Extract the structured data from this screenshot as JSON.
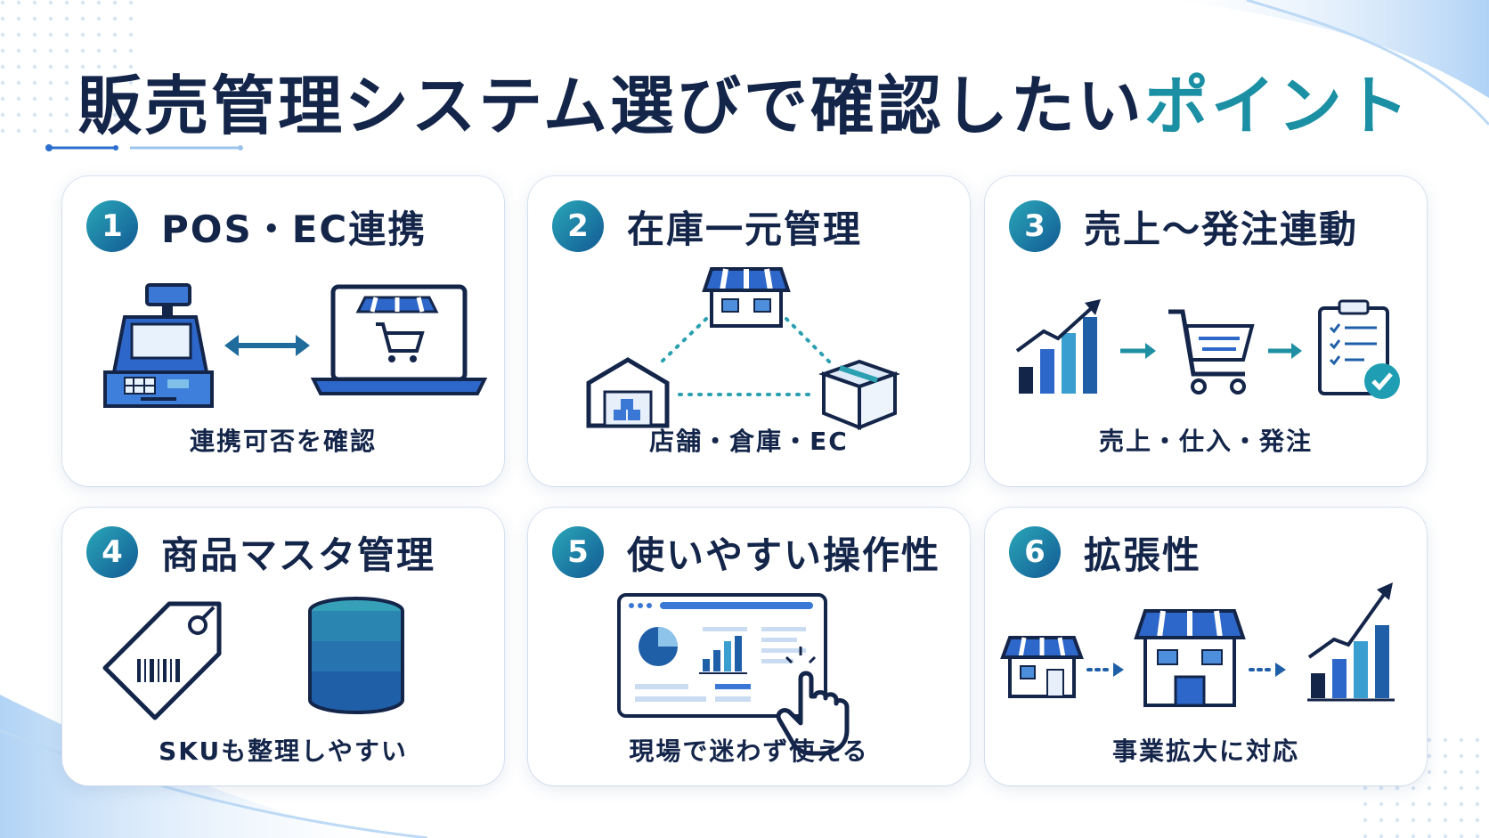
{
  "title": {
    "main": "販売管理システム選びで確認したい",
    "accent": "ポイント"
  },
  "colors": {
    "navy": "#14254a",
    "teal": "#1b8fa3",
    "blue": "#1f5fa8",
    "light_blue": "#3d8ee0"
  },
  "cards": [
    {
      "number": "1",
      "title": "POS・EC連携",
      "subtitle": "連携可否を確認",
      "icons": [
        "pos-register-icon",
        "double-arrow-icon",
        "laptop-shop-icon"
      ]
    },
    {
      "number": "2",
      "title": "在庫一元管理",
      "subtitle": "店舗・倉庫・EC",
      "icons": [
        "store-icon",
        "warehouse-icon",
        "package-box-icon"
      ]
    },
    {
      "number": "3",
      "title": "売上〜発注連動",
      "subtitle": "売上・仕入・発注",
      "icons": [
        "growth-chart-icon",
        "shopping-cart-icon",
        "checklist-clipboard-icon"
      ]
    },
    {
      "number": "4",
      "title": "商品マスタ管理",
      "subtitle": "SKUも整理しやすい",
      "icons": [
        "barcode-tag-icon",
        "database-icon"
      ]
    },
    {
      "number": "5",
      "title": "使いやすい操作性",
      "subtitle": "現場で迷わず使える",
      "icons": [
        "dashboard-screen-icon",
        "pointing-hand-icon"
      ]
    },
    {
      "number": "6",
      "title": "拡張性",
      "subtitle": "事業拡大に対応",
      "icons": [
        "small-store-icon",
        "large-store-icon",
        "growth-chart-icon"
      ]
    }
  ]
}
